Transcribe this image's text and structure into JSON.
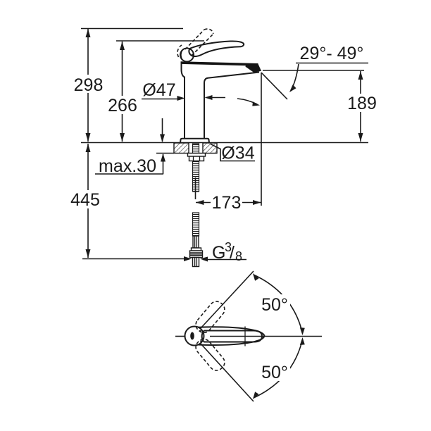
{
  "diagram": {
    "type": "technical-drawing",
    "subject": "single-lever basin mixer faucet dimensional drawing",
    "colors": {
      "line": "#1a1a1a",
      "background": "#ffffff"
    },
    "side_view": {
      "height_overall": "298",
      "height_to_lever": "266",
      "body_diameter": "Ø47",
      "spout_angle_range": "29°- 49°",
      "spout_outlet_height": "189",
      "mounting_max_thickness": "max.30",
      "escutcheon_diameter": "Ø34",
      "total_height_with_hose": "445",
      "spout_projection": "173",
      "thread": {
        "g": "G",
        "numerator": "3",
        "slash": "/",
        "denominator": "8"
      }
    },
    "plan_view": {
      "swivel_angle_upper": "50°",
      "swivel_angle_lower": "50°"
    }
  }
}
